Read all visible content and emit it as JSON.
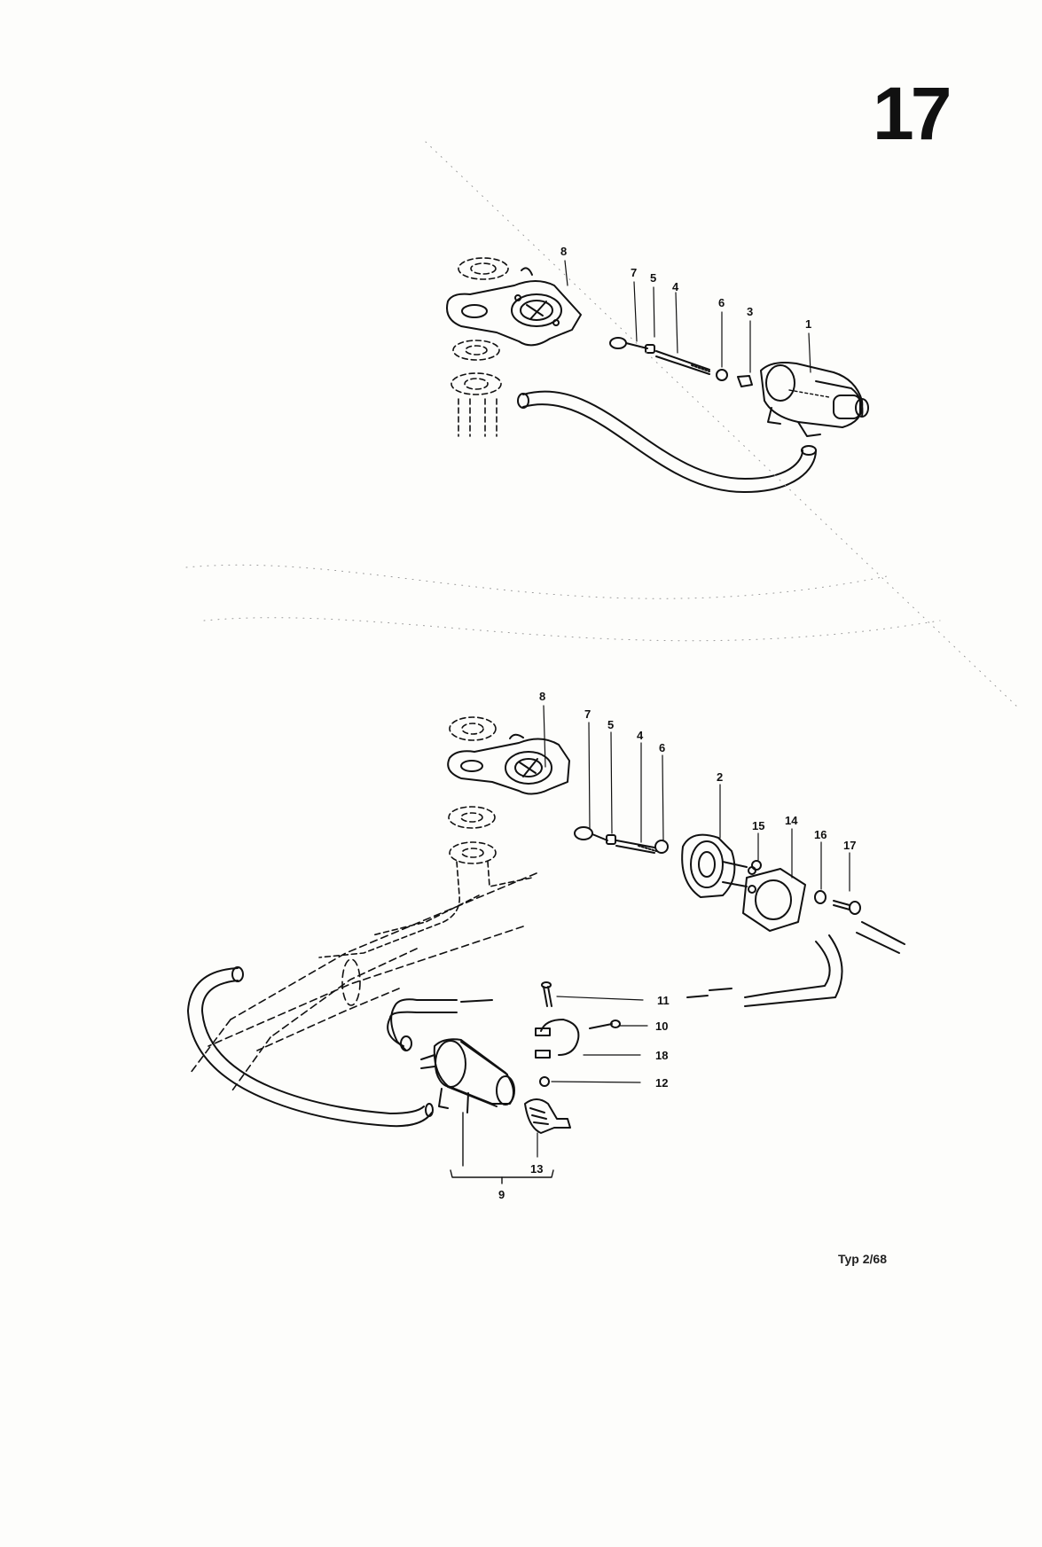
{
  "page": {
    "number": "17",
    "type_code": "Typ 2/68"
  },
  "diagram_top": {
    "callouts": [
      {
        "id": "top-8",
        "text": "8"
      },
      {
        "id": "top-7",
        "text": "7"
      },
      {
        "id": "top-5",
        "text": "5"
      },
      {
        "id": "top-4",
        "text": "4"
      },
      {
        "id": "top-6",
        "text": "6"
      },
      {
        "id": "top-3",
        "text": "3"
      },
      {
        "id": "top-1",
        "text": "1"
      }
    ]
  },
  "diagram_bottom": {
    "callouts": [
      {
        "id": "bot-8",
        "text": "8"
      },
      {
        "id": "bot-7",
        "text": "7"
      },
      {
        "id": "bot-5",
        "text": "5"
      },
      {
        "id": "bot-4",
        "text": "4"
      },
      {
        "id": "bot-6",
        "text": "6"
      },
      {
        "id": "bot-2",
        "text": "2"
      },
      {
        "id": "bot-15",
        "text": "15"
      },
      {
        "id": "bot-14",
        "text": "14"
      },
      {
        "id": "bot-16",
        "text": "16"
      },
      {
        "id": "bot-17",
        "text": "17"
      },
      {
        "id": "bot-11",
        "text": "11"
      },
      {
        "id": "bot-10",
        "text": "10"
      },
      {
        "id": "bot-18",
        "text": "18"
      },
      {
        "id": "bot-12",
        "text": "12"
      },
      {
        "id": "bot-13",
        "text": "13"
      },
      {
        "id": "bot-9",
        "text": "9"
      }
    ]
  }
}
